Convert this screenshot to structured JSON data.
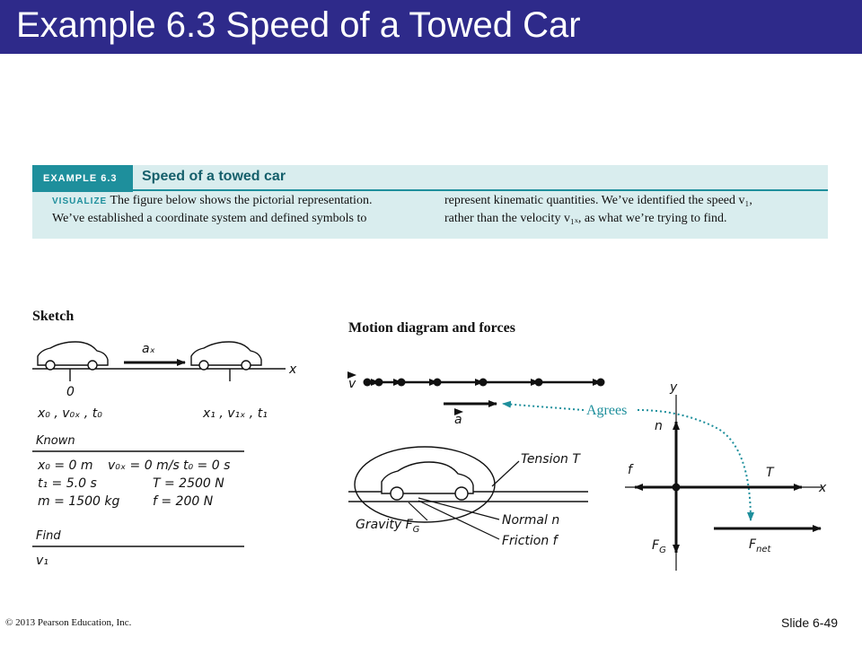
{
  "title": "Example 6.3 Speed of a Towed Car",
  "example": {
    "tag": "EXAMPLE 6.3",
    "heading": "Speed of a towed car",
    "visualize_label": "VISUALIZE",
    "col1_line1": "The figure below shows the pictorial representation.",
    "col1_line2": "We’ve established a coordinate system and defined symbols to",
    "col2_line1": "represent kinematic quantities. We’ve identified the speed v₁,",
    "col2_line2": "rather than the velocity v₁ₓ, as what we’re trying to find."
  },
  "sketch": {
    "label": "Sketch",
    "accel": "aₓ",
    "axis": "x",
    "origin_tick": "0",
    "pos0": "x₀ , v₀ₓ , t₀",
    "pos1": "x₁ , v₁ₓ , t₁",
    "known_heading": "Known",
    "known": [
      "x₀ = 0 m",
      "v₀ₓ = 0 m/s",
      "t₀ = 0 s",
      "t₁ = 5.0 s",
      "T = 2500 N",
      "m = 1500 kg",
      "f = 200 N"
    ],
    "find_heading": "Find",
    "find": "v₁"
  },
  "motion": {
    "label": "Motion diagram and forces",
    "v_label": "v",
    "a_label": "a",
    "agrees": "Agrees",
    "tension": "Tension T",
    "gravity": "Gravity F",
    "gravity_sub": "G",
    "normal": "Normal n",
    "friction": "Friction f",
    "fbd_y": "y",
    "fbd_x": "x",
    "fbd_n": "n",
    "fbd_f": "f",
    "fbd_T": "T",
    "fbd_FG": "F",
    "fbd_FG_sub": "G",
    "fbd_Fnet": "F",
    "fbd_Fnet_sub": "net"
  },
  "footer": {
    "copyright": "© 2013 Pearson Education, Inc.",
    "slide": "Slide 6-49"
  },
  "colors": {
    "title_bar": "#2e2a8a",
    "example_accent": "#1e8f9c",
    "example_bg": "#d9edee",
    "agrees": "#1e8f9c"
  }
}
